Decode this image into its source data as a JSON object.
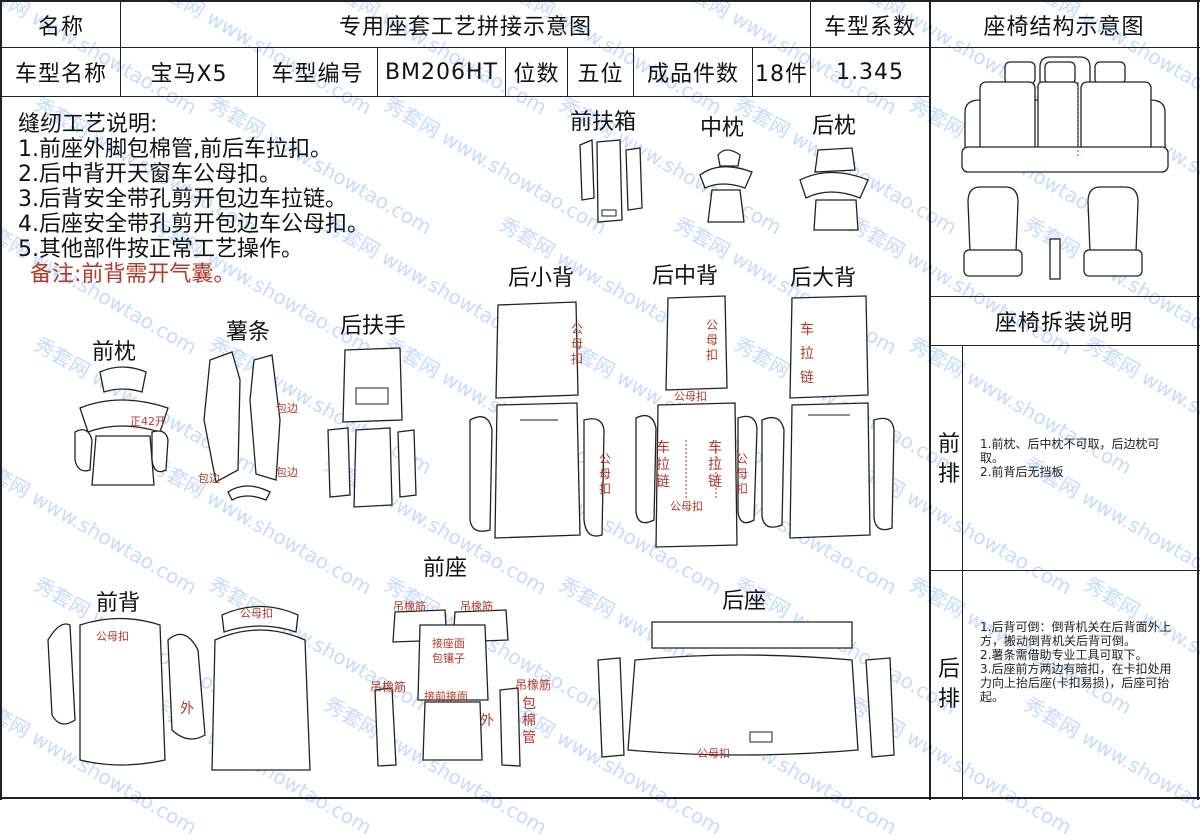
{
  "header": {
    "name_label": "名称",
    "title": "专用座套工艺拼接示意图",
    "coef_label": "车型系数",
    "struct_title": "座椅结构示意图",
    "model_name_label": "车型名称",
    "model_name": "宝马X5",
    "model_no_label": "车型编号",
    "model_no": "BM206HT",
    "seats_label": "位数",
    "seats": "五位",
    "pieces_label": "成品件数",
    "pieces": "18件",
    "coef": "1.345"
  },
  "notes": {
    "title": "缝纫工艺说明:",
    "items": [
      "1.前座外脚包棉管,前后车拉扣。",
      "2.后中背开天窗车公母扣。",
      "3.后背安全带孔剪开包边车拉链。",
      "4.后座安全带孔剪开包边车公母扣。",
      "5.其他部件按正常工艺操作。"
    ],
    "remark": "备注:前背需开气囊。"
  },
  "parts": {
    "front_armrest_box": "前扶箱",
    "middle_headrest": "中枕",
    "rear_headrest": "后枕",
    "rear_small_back": "后小背",
    "rear_middle_back": "后中背",
    "rear_large_back": "后大背",
    "front_headrest": "前枕",
    "strip": "薯条",
    "rear_armrest": "后扶手",
    "front_seat": "前座",
    "front_back": "前背",
    "rear_seat": "后座"
  },
  "annotations": {
    "open2": "正42开",
    "binding": "包边",
    "snap": "公母扣",
    "zipper": "车拉链",
    "sew_zipper": "车拉链",
    "hang_band": "吊橡筋",
    "join_face": "接座面",
    "bag_strip": "包镶子",
    "join_front": "接前接面",
    "cotton_tube": "包棉管",
    "outer": "外"
  },
  "side": {
    "disassembly_title": "座椅拆装说明",
    "front_row_label": "前排",
    "front_row_text": [
      "1.前枕、后中枕不可取，后边枕可取。",
      "2.前背后无挡板"
    ],
    "rear_row_label": "后排",
    "rear_row_text": [
      "1.后背可倒：倒背机关在后背面外上方，搬动倒背机关后背可倒。",
      "2.薯条需借助专业工具可取下。",
      "3.后座前方两边有暗扣，在卡扣处用力向上抬后座(卡扣易损)，后座可抬起。"
    ]
  },
  "watermark": {
    "text_site": "www.showtao.com",
    "text_brand": "秀套网",
    "color": "#7fb0ff"
  }
}
